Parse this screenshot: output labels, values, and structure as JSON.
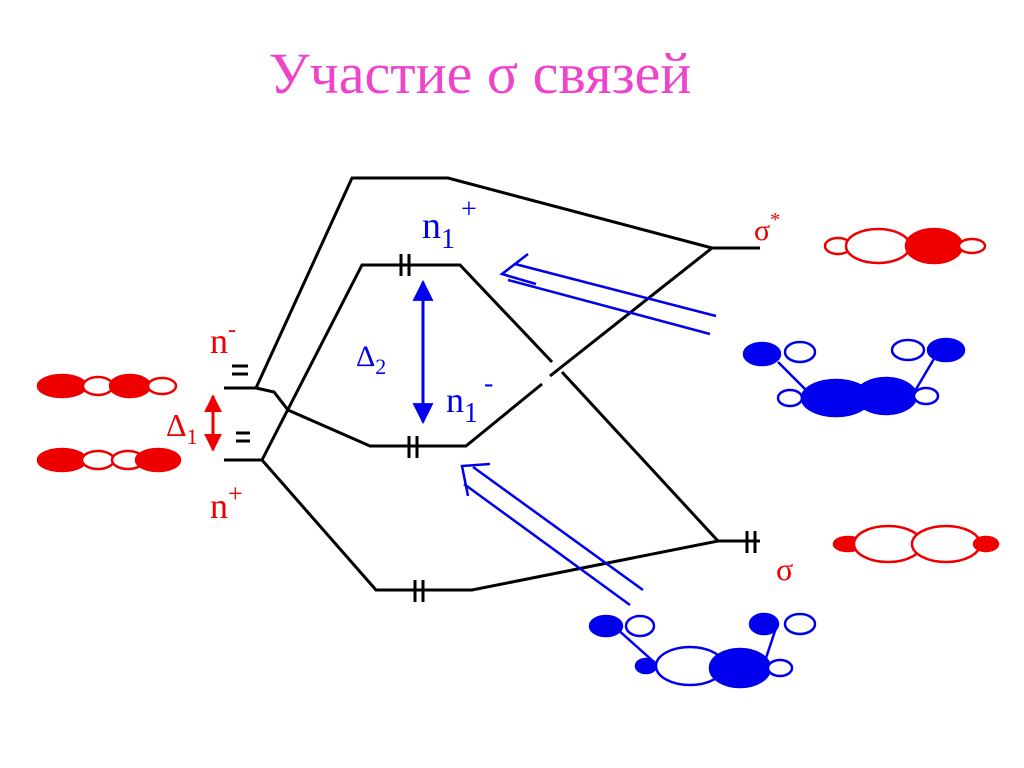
{
  "title": "Участие σ связей",
  "colors": {
    "title": "#ee44cc",
    "red": "#ee0000",
    "blue": "#0000ee",
    "line": "#000000"
  },
  "labels": {
    "n_minus": {
      "base": "n",
      "sup": "-"
    },
    "n_plus": {
      "base": "n",
      "sup": "+"
    },
    "delta1": {
      "base": "Δ",
      "sub": "1"
    },
    "delta2": {
      "base": "Δ",
      "sub": "2"
    },
    "n1_plus": {
      "base": "n",
      "sub": "1",
      "sup": "+"
    },
    "n1_minus": {
      "base": "n",
      "sub": "1",
      "sup": "-"
    },
    "sigma_star": {
      "base": "σ",
      "sup": "*"
    },
    "sigma": {
      "base": "σ"
    }
  }
}
